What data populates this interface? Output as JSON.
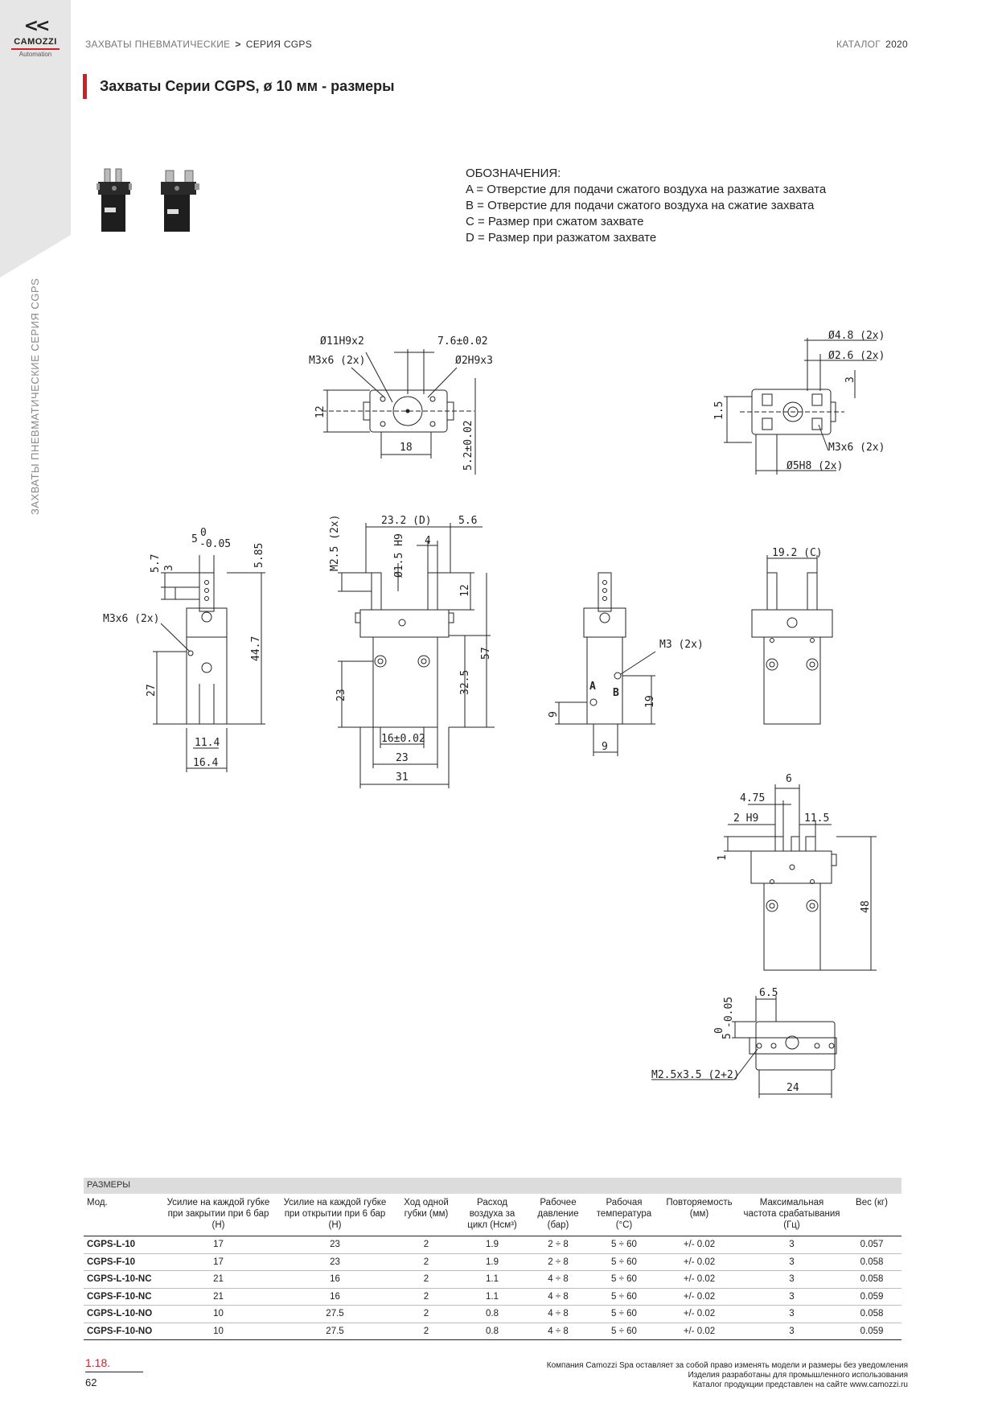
{
  "brand": {
    "name": "CAMOZZI",
    "subtitle": "Automation",
    "mark": "<<"
  },
  "side_label": "ЗАХВАТЫ ПНЕВМАТИЧЕСКИЕ СЕРИЯ CGPS",
  "header": {
    "breadcrumb_1": "ЗАХВАТЫ ПНЕВМАТИЧЕСКИЕ",
    "breadcrumb_sep": ">",
    "breadcrumb_2": "СЕРИЯ CGPS",
    "catalog": "КАТАЛОГ",
    "year": "2020"
  },
  "title": "Захваты Серии CGPS, ø 10 мм - размеры",
  "legend": {
    "heading": "ОБОЗНАЧЕНИЯ:",
    "items": [
      "A = Отверстие для подачи сжатого воздуха на разжатие захвата",
      "B = Отверстие для подачи сжатого воздуха на сжатие захвата",
      "C = Размер при сжатом захвате",
      "D = Размер при разжатом захвате"
    ]
  },
  "dims": {
    "top1": {
      "d1": "Ø11H9x2",
      "d2": "7.6±0.02",
      "d3": "M3x6 (2x)",
      "d4": "Ø2H9x3",
      "d5": "12",
      "d6": "18",
      "d7": "5.2±0.02"
    },
    "top2": {
      "d1": "Ø4.8 (2x)",
      "d2": "Ø2.6 (2x)",
      "d3": "3",
      "d4": "1.5",
      "d5": "M3x6 (2x)",
      "d6": "Ø5H8 (2x)"
    },
    "side1": {
      "d1": "5",
      "d1a": "0",
      "d1b": "-0.05",
      "d2": "5.7",
      "d3": "3",
      "d4": "5.85",
      "d5": "M3x6 (2x)",
      "d6": "27",
      "d7": "44.7",
      "d8": "11.4",
      "d9": "16.4"
    },
    "front": {
      "d1": "23.2 (D)",
      "d2": "5.6",
      "d3": "M2.5 (2x)",
      "d4": "Ø1.5 H9",
      "d5": "4",
      "d6": "12",
      "d7": "57",
      "d8": "23",
      "d9": "32.5",
      "d10": "16±0.02",
      "d11": "23",
      "d12": "31"
    },
    "side2": {
      "d1": "M3 (2x)",
      "d2": "A",
      "d3": "B",
      "d4": "9",
      "d5": "19",
      "d6": "9"
    },
    "back": {
      "d1": "19.2 (C)"
    },
    "detail": {
      "d1": "6",
      "d2": "4.75",
      "d3": "2 H9",
      "d4": "11.5",
      "d5": "1",
      "d6": "48"
    },
    "bottom": {
      "d1": "6.5",
      "d2": "5",
      "d2a": "0",
      "d2b": "-0.05",
      "d3": "M2.5x3.5 (2+2)",
      "d4": "24"
    }
  },
  "table": {
    "caption": "РАЗМЕРЫ",
    "headers": [
      "Мод.",
      "Усилие на каждой губке при закрытии при 6 бар (Н)",
      "Усилие на каждой губке при открытии при 6 бар (Н)",
      "Ход одной губки (мм)",
      "Расход воздуха за цикл (Нсм³)",
      "Рабочее давление (бар)",
      "Рабочая температура (°С)",
      "Повторяемость (мм)",
      "Максимальная частота срабатывания (Гц)",
      "Вес (кг)"
    ],
    "rows": [
      [
        "CGPS-L-10",
        "17",
        "23",
        "2",
        "1.9",
        "2 ÷ 8",
        "5 ÷ 60",
        "+/- 0.02",
        "3",
        "0.057"
      ],
      [
        "CGPS-F-10",
        "17",
        "23",
        "2",
        "1.9",
        "2 ÷ 8",
        "5 ÷ 60",
        "+/- 0.02",
        "3",
        "0.058"
      ],
      [
        "CGPS-L-10-NC",
        "21",
        "16",
        "2",
        "1.1",
        "4 ÷ 8",
        "5 ÷ 60",
        "+/- 0.02",
        "3",
        "0.058"
      ],
      [
        "CGPS-F-10-NC",
        "21",
        "16",
        "2",
        "1.1",
        "4 ÷ 8",
        "5 ÷ 60",
        "+/- 0.02",
        "3",
        "0.059"
      ],
      [
        "CGPS-L-10-NO",
        "10",
        "27.5",
        "2",
        "0.8",
        "4 ÷ 8",
        "5 ÷ 60",
        "+/- 0.02",
        "3",
        "0.058"
      ],
      [
        "CGPS-F-10-NO",
        "10",
        "27.5",
        "2",
        "0.8",
        "4 ÷ 8",
        "5 ÷ 60",
        "+/- 0.02",
        "3",
        "0.059"
      ]
    ]
  },
  "footer": {
    "section": "1.18.",
    "page": "62",
    "lines": [
      "Компания Camozzi Spa оставляет за собой право изменять модели и размеры без уведомления",
      "Изделия разработаны для промышленного использования",
      "Каталог продукции представлен на сайте www.camozzi.ru"
    ]
  }
}
